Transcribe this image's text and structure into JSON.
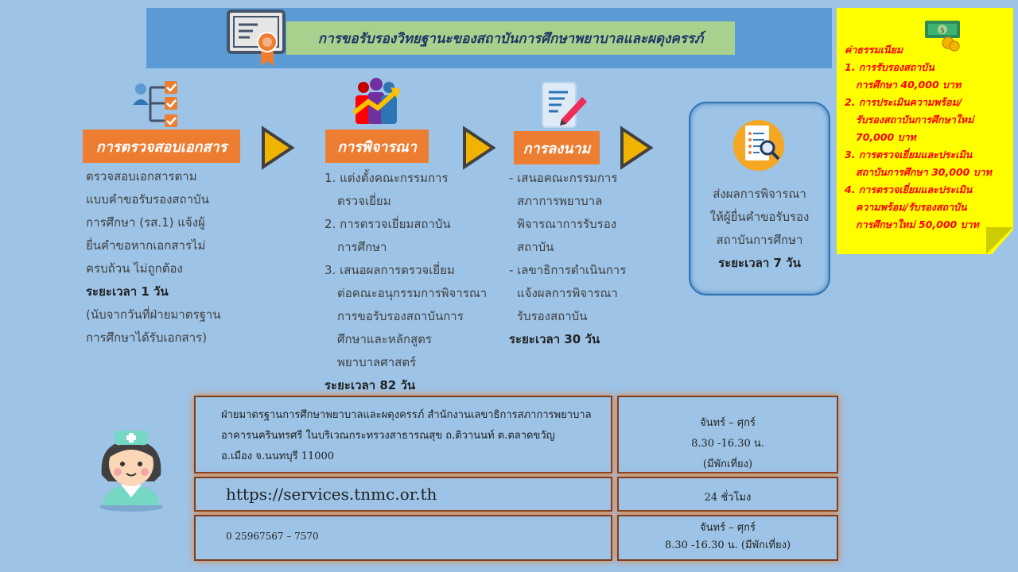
{
  "header": {
    "title": "การขอรับรองวิทยฐานะของสถาบันการศึกษาพยาบาลและผดุงครรภ์"
  },
  "fees": {
    "heading": "ค่าธรรมเนียม",
    "lines": [
      "1. การรับรองสถาบัน",
      "การศึกษา 40,000 บาท",
      "2. การประเมินความพร้อม/",
      "รับรองสถาบันการศึกษาใหม่",
      "70,000 บาท",
      "3. การตรวจเยี่ยมและประเมิน",
      "สถาบันการศึกษา 30,000 บาท",
      "4. การตรวจเยี่ยมและประเมิน",
      "ความพร้อม/รับรองสถาบัน",
      "การศึกษาใหม่ 50,000 บาท"
    ]
  },
  "steps": [
    {
      "label": "การตรวจสอบเอกสาร",
      "lines": [
        "ตรวจสอบเอกสารตาม",
        "แบบคำขอรับรองสถาบัน",
        "การศึกษา (รส.1) แจ้งผู้",
        "ยื่นคำขอหากเอกสารไม่",
        "ครบถ้วน ไม่ถูกต้อง"
      ],
      "duration": "ระยะเวลา 1 วัน",
      "note_lines": [
        "(นับจากวันที่ฝ่ายมาตรฐาน",
        "การศึกษาได้รับเอกสาร)"
      ]
    },
    {
      "label": "การพิจารณา",
      "lines": [
        "1. แต่งตั้งคณะกรรมการ",
        "ตรวจเยี่ยม",
        "2. การตรวจเยี่ยมสถาบัน",
        "การศึกษา",
        "3. เสนอผลการตรวจเยี่ยม",
        "ต่อคณะอนุกรรมการพิจารณา",
        "การขอรับรองสถาบันการ",
        "ศึกษาและหลักสูตร",
        "พยาบาลศาสตร์"
      ],
      "duration": "ระยะเวลา 82 วัน"
    },
    {
      "label": "การลงนาม",
      "lines": [
        "- เสนอคณะกรรมการ",
        "สภาการพยาบาล",
        "พิจารณาการรับรอง",
        "สถาบัน",
        "- เลขาธิการดำเนินการ",
        "แจ้งผลการพิจารณา",
        "รับรองสถาบัน"
      ],
      "duration": "ระยะเวลา 30 วัน"
    }
  ],
  "result": {
    "lines": [
      "ส่งผลการพิจารณา",
      "ให้ผู้ยื่นคำขอรับรอง",
      "สถาบันการศึกษา"
    ],
    "duration": "ระยะเวลา 7 วัน"
  },
  "contact": {
    "address_lines": [
      "ฝ่ายมาตรฐานการศึกษาพยาบาลและผดุงครรภ์  สำนักงานเลขาธิการสภาการพยาบาล",
      "อาคารนครินทรศรี  ในบริเวณกระทรวงสาธารณสุข  ถ.ติวานนท์ ต.ตลาดขวัญ",
      "อ.เมือง จ.นนทบุรี  11000"
    ],
    "office_hours_lines": [
      "จันทร์ – ศุกร์",
      "8.30 -16.30 น.",
      "(มีพักเที่ยง)"
    ],
    "website": "https://services.tnmc.or.th",
    "website_hours": "24 ชั่วโมง",
    "phone": "0 25967567 – 7570",
    "phone_hours_lines": [
      "จันทร์ – ศุกร์",
      "8.30 -16.30 น. (มีพักเที่ยง)"
    ]
  },
  "colors": {
    "background": "#9dc3e6",
    "header_bar": "#5b9bd5",
    "title_bg": "#a9d18e",
    "step_label": "#ed7d31",
    "fee_note": "#ffff00",
    "fee_text": "#ff0000",
    "arrow_fill": "#f0b400"
  }
}
